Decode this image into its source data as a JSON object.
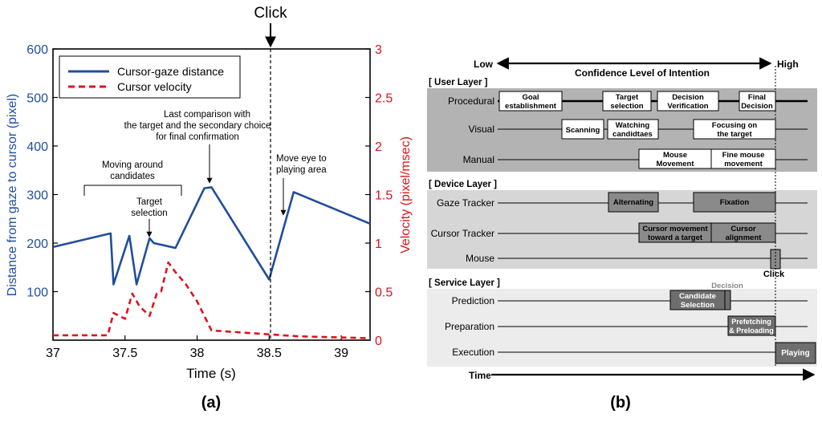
{
  "chart_data": [
    {
      "type": "line",
      "panel_label": "(a)",
      "xlabel": "Time (s)",
      "ylabel": "Distance from gaze to cursor (pixel)",
      "y2label": "Velocity (pixel/msec)",
      "xlim": [
        37,
        39.2
      ],
      "ylim": [
        0,
        600
      ],
      "y2lim": [
        0,
        3
      ],
      "xticks": [
        "37",
        "37.5",
        "38",
        "38.5",
        "39"
      ],
      "yticks": [
        "100",
        "200",
        "300",
        "400",
        "500",
        "600"
      ],
      "y2ticks": [
        "0",
        "0.5",
        "1",
        "1.5",
        "2",
        "2.5",
        "3"
      ],
      "grid": false,
      "legend_position": "top-left",
      "colors": {
        "distance": "#1f4e9c",
        "velocity": "#e0121b"
      },
      "series": [
        {
          "name": "Cursor-gaze distance",
          "axis": "left",
          "x": [
            37.0,
            37.4,
            37.42,
            37.53,
            37.58,
            37.67,
            37.7,
            37.85,
            38.05,
            38.1,
            38.5,
            38.67,
            39.2
          ],
          "values": [
            192,
            220,
            115,
            215,
            115,
            210,
            200,
            190,
            313,
            315,
            125,
            305,
            240
          ]
        },
        {
          "name": "Cursor velocity",
          "axis": "right",
          "x": [
            37.0,
            37.38,
            37.42,
            37.5,
            37.55,
            37.6,
            37.67,
            37.72,
            37.75,
            37.8,
            37.85,
            37.92,
            38.0,
            38.1,
            38.5,
            38.7,
            39.2
          ],
          "values": [
            0.05,
            0.05,
            0.28,
            0.22,
            0.48,
            0.35,
            0.25,
            0.48,
            0.5,
            0.8,
            0.7,
            0.58,
            0.4,
            0.1,
            0.06,
            0.04,
            0.02
          ]
        }
      ],
      "annotations": [
        {
          "id": "click",
          "text": "Click",
          "x": 38.5
        },
        {
          "id": "moving",
          "lines": [
            "Moving around",
            "candidates"
          ]
        },
        {
          "id": "target",
          "lines": [
            "Target",
            "selection"
          ]
        },
        {
          "id": "last",
          "lines": [
            "Last comparison with",
            "the target and the secondary choice",
            "for final confirmation"
          ]
        },
        {
          "id": "moveeye",
          "lines": [
            "Move eye to",
            "playing area"
          ]
        }
      ]
    },
    {
      "type": "table",
      "panel_label": "(b)",
      "arrow_low": "Low",
      "arrow_high": "High",
      "arrow_title": "Confidence Level of Intention",
      "time_label": "Time",
      "click_label": "Click",
      "decision_label": "Decision",
      "layers": [
        {
          "title": "[ User Layer ]",
          "rows": [
            {
              "label": "Procedural",
              "boxes": [
                {
                  "lines": [
                    "Goal",
                    "establishment"
                  ]
                },
                {
                  "lines": [
                    "Target",
                    "selection"
                  ]
                },
                {
                  "lines": [
                    "Decision",
                    "Verification"
                  ]
                },
                {
                  "lines": [
                    "Final",
                    "Decision"
                  ]
                }
              ]
            },
            {
              "label": "Visual",
              "boxes": [
                {
                  "lines": [
                    "Scanning"
                  ]
                },
                {
                  "lines": [
                    "Watching",
                    "candidtaes"
                  ]
                },
                {
                  "lines": [
                    "Focusing on",
                    "the target"
                  ]
                }
              ]
            },
            {
              "label": "Manual",
              "boxes": [
                {
                  "lines": [
                    "Mouse",
                    "Movement"
                  ]
                },
                {
                  "lines": [
                    "Fine mouse",
                    "movement"
                  ]
                }
              ]
            }
          ]
        },
        {
          "title": "[ Device Layer ]",
          "rows": [
            {
              "label": "Gaze Tracker",
              "boxes": [
                {
                  "lines": [
                    "Alternating"
                  ]
                },
                {
                  "lines": [
                    "Fixation"
                  ]
                }
              ]
            },
            {
              "label": "Cursor Tracker",
              "boxes": [
                {
                  "lines": [
                    "Cursor movement",
                    "toward a target"
                  ]
                },
                {
                  "lines": [
                    "Cursor",
                    "alignment"
                  ]
                }
              ]
            },
            {
              "label": "Mouse",
              "boxes": []
            }
          ]
        },
        {
          "title": "[ Service Layer ]",
          "rows": [
            {
              "label": "Prediction",
              "boxes": [
                {
                  "lines": [
                    "Candidate",
                    "Selection"
                  ]
                }
              ]
            },
            {
              "label": "Preparation",
              "boxes": [
                {
                  "lines": [
                    "Prefetching",
                    "& Preloading"
                  ]
                }
              ]
            },
            {
              "label": "Execution",
              "boxes": [
                {
                  "lines": [
                    "Playing"
                  ]
                }
              ]
            }
          ]
        }
      ]
    }
  ]
}
